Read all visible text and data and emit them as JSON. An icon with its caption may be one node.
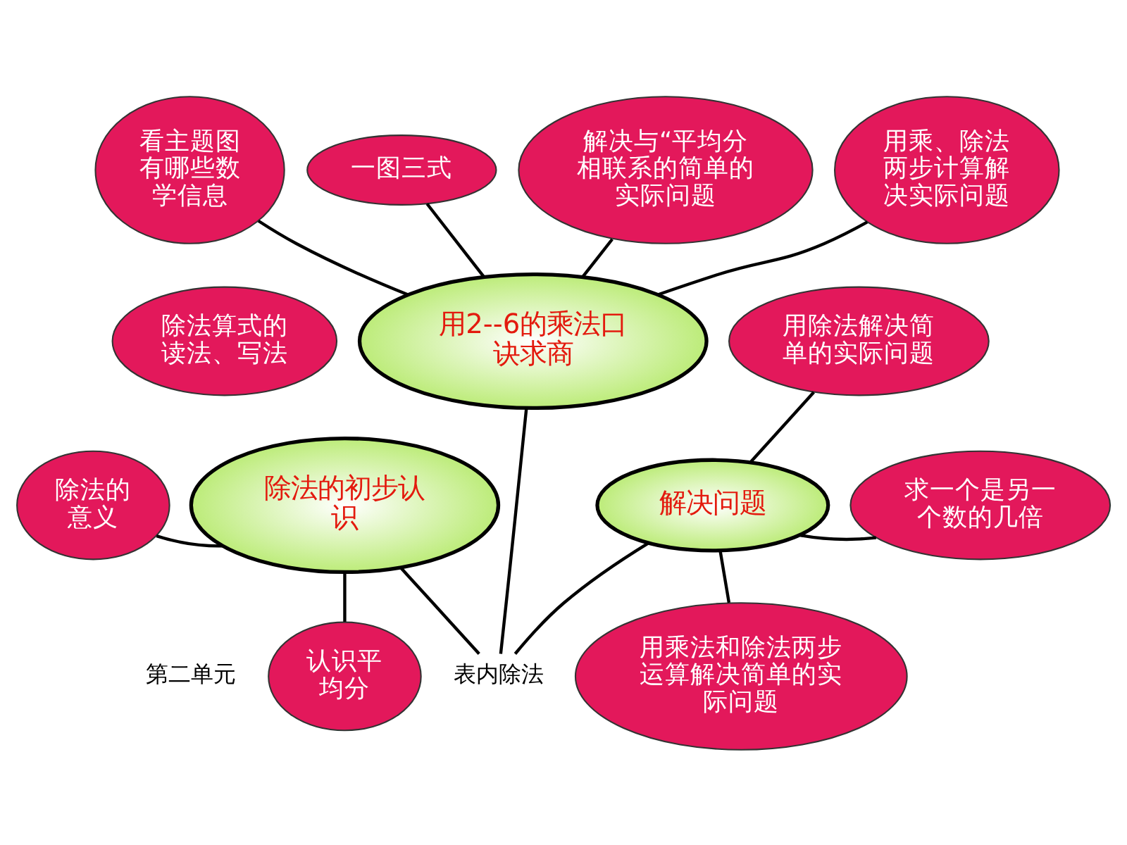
{
  "diagram": {
    "nodes": [
      {
        "text": [
          "解决与“平均分相联系的简单的实际问题"
        ]
      },
      {
        "text": [
          "一图三式"
        ]
      },
      {
        "text": [
          "看主题图有哪些数学信息"
        ]
      },
      {
        "text": [
          "用乘、除法两步计算解决实际问题"
        ]
      },
      {
        "text": [
          "用2--6的乘法口诀求商"
        ]
      },
      {
        "text": [
          "除法算式的读法、写法"
        ]
      },
      {
        "text": [
          "用除法解决简单的实际问题"
        ]
      },
      {
        "text": [
          "解决问题"
        ]
      },
      {
        "text": [
          "除法的初步认识"
        ]
      },
      {
        "text": [
          "除法的意义"
        ]
      },
      {
        "text": [
          "求一个是另一个数的几倍"
        ]
      },
      {
        "text": [
          "认识平均分"
        ]
      },
      {
        "text": [
          "用乘法和除法两步运算解决简单的实际问题"
        ]
      },
      {
        "text": [
          "表内除法"
        ]
      }
    ],
    "edges": [
      {
        "from": 4,
        "to": 2,
        "arrow": "none"
      },
      {
        "from": 4,
        "to": 1,
        "arrow": "none"
      },
      {
        "from": 4,
        "to": 0,
        "arrow": "none"
      },
      {
        "from": 4,
        "to": 3,
        "arrow": "none"
      },
      {
        "from": 8,
        "to": 9,
        "arrow": "none"
      },
      {
        "from": 8,
        "to": 11,
        "arrow": "none"
      },
      {
        "from": 7,
        "to": 6,
        "arrow": "none"
      },
      {
        "from": 7,
        "to": 10,
        "arrow": "none"
      },
      {
        "from": 7,
        "to": 12,
        "arrow": "none"
      },
      {
        "from": 13,
        "to": 4,
        "arrow": "none"
      },
      {
        "from": 13,
        "to": 8,
        "arrow": "none"
      },
      {
        "from": 13,
        "to": 7,
        "arrow": "none"
      }
    ],
    "labels": [
      "第二单元"
    ]
  }
}
